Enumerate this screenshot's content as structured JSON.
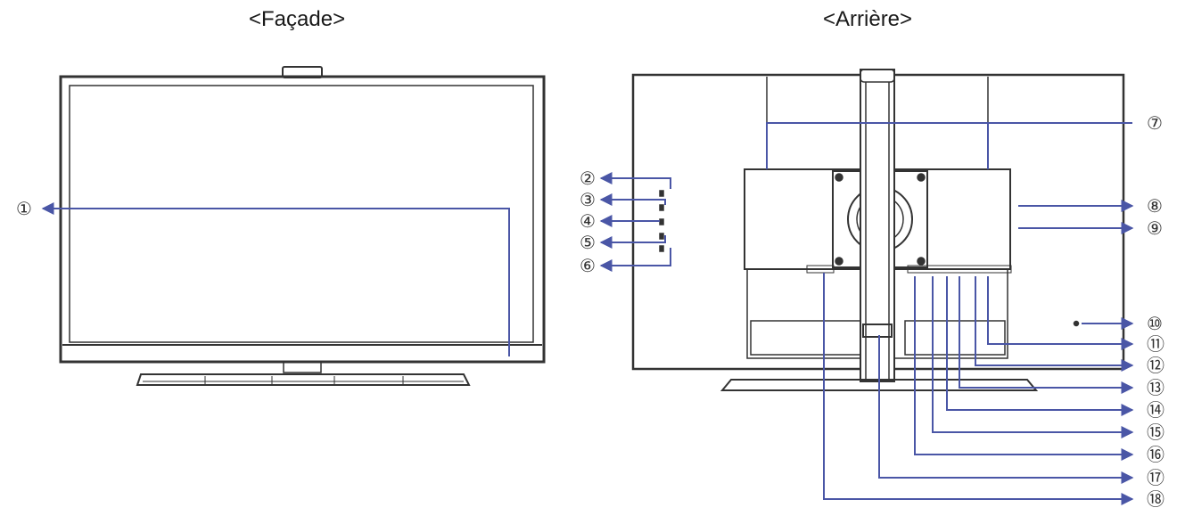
{
  "front": {
    "title": "<Façade>"
  },
  "rear": {
    "title": "<Arrière>"
  },
  "callouts": [
    {
      "id": 1,
      "label": "①"
    },
    {
      "id": 2,
      "label": "②"
    },
    {
      "id": 3,
      "label": "③"
    },
    {
      "id": 4,
      "label": "④"
    },
    {
      "id": 5,
      "label": "⑤"
    },
    {
      "id": 6,
      "label": "⑥"
    },
    {
      "id": 7,
      "label": "⑦"
    },
    {
      "id": 8,
      "label": "⑧"
    },
    {
      "id": 9,
      "label": "⑨"
    },
    {
      "id": 10,
      "label": "⑩"
    },
    {
      "id": 11,
      "label": "⑪"
    },
    {
      "id": 12,
      "label": "⑫"
    },
    {
      "id": 13,
      "label": "⑬"
    },
    {
      "id": 14,
      "label": "⑭"
    },
    {
      "id": 15,
      "label": "⑮"
    },
    {
      "id": 16,
      "label": "⑯"
    },
    {
      "id": 17,
      "label": "⑰"
    },
    {
      "id": 18,
      "label": "⑱"
    }
  ],
  "colors": {
    "line": "#333333",
    "callout": "#4a56a6"
  }
}
